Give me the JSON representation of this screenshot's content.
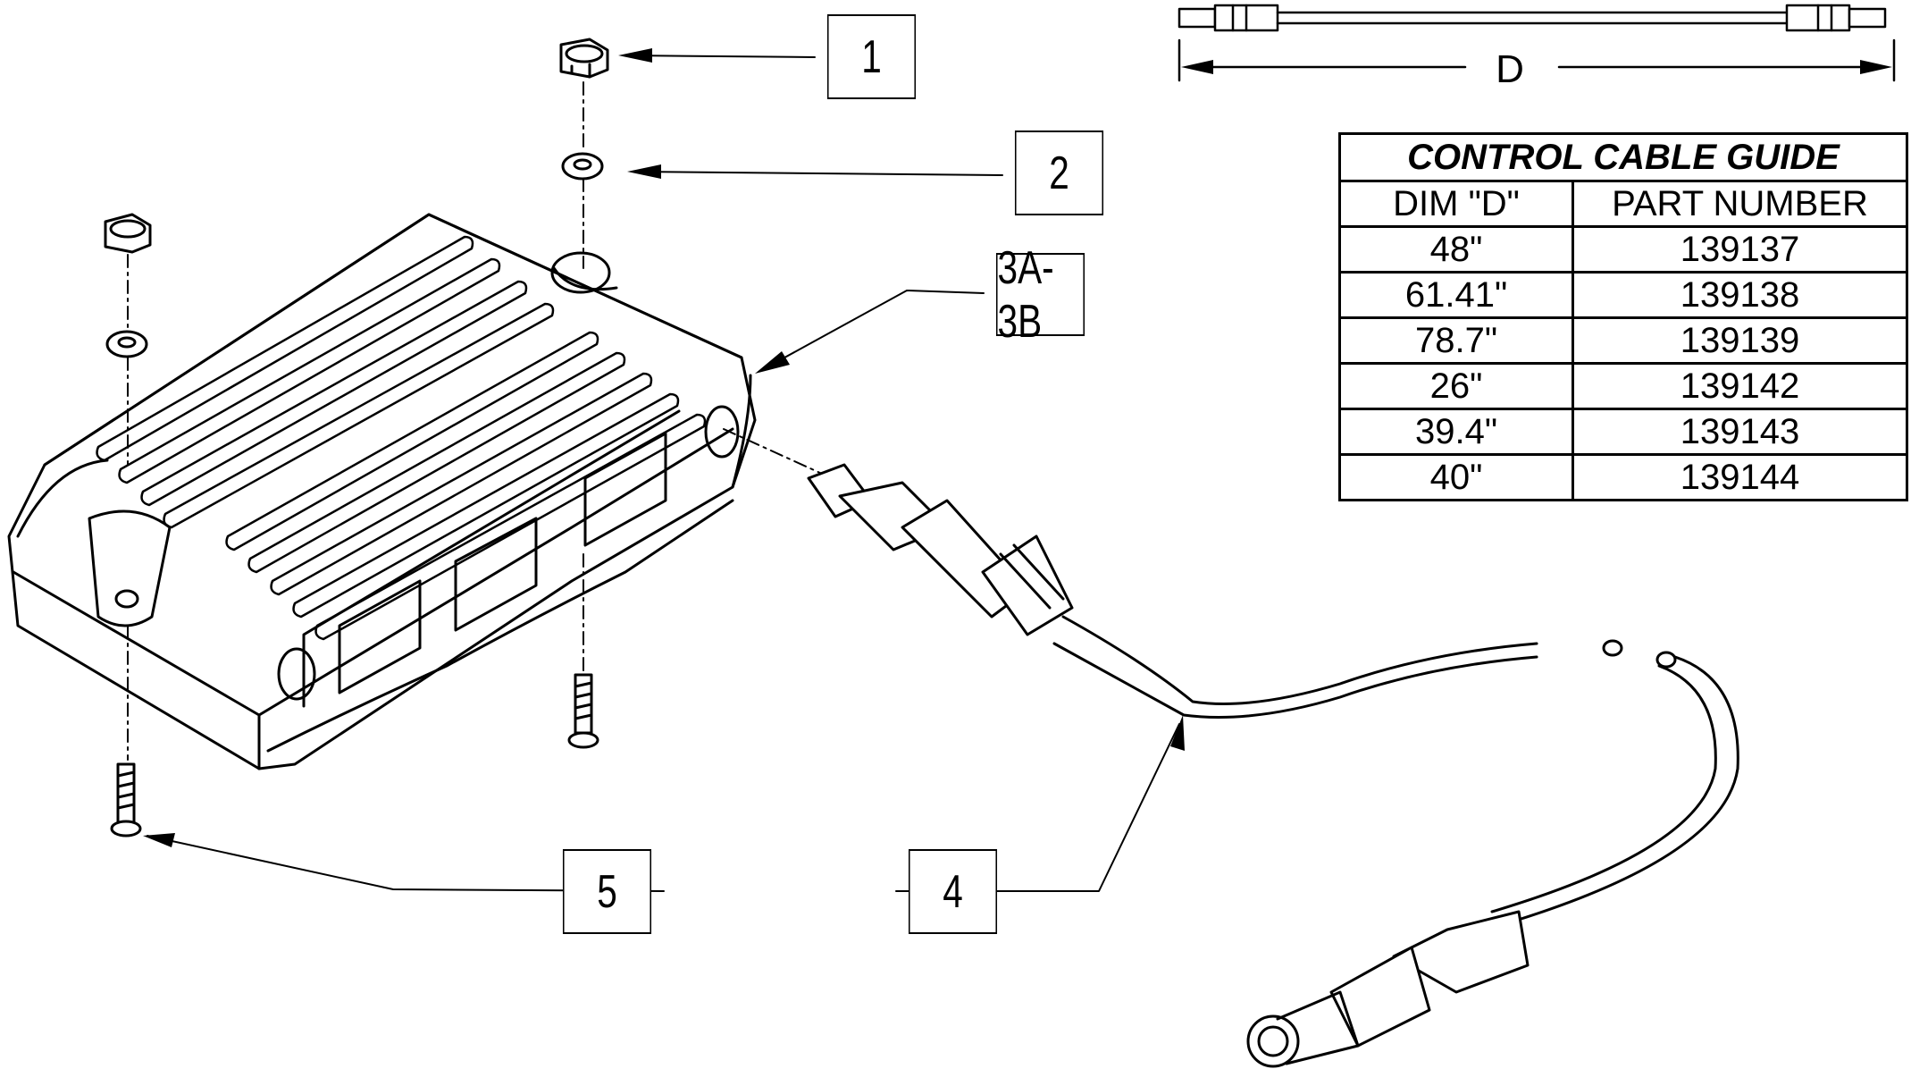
{
  "callouts": {
    "c1": "1",
    "c2": "2",
    "c3": "3A-3B",
    "c4": "4",
    "c5": "5"
  },
  "dimension_label": "D",
  "table": {
    "title": "CONTROL CABLE GUIDE",
    "headers": [
      "DIM \"D\"",
      "PART NUMBER"
    ],
    "rows": [
      [
        "48\"",
        "139137"
      ],
      [
        "61.41\"",
        "139138"
      ],
      [
        "78.7\"",
        "139139"
      ],
      [
        "26\"",
        "139142"
      ],
      [
        "39.4\"",
        "139143"
      ],
      [
        "40\"",
        "139144"
      ]
    ]
  }
}
